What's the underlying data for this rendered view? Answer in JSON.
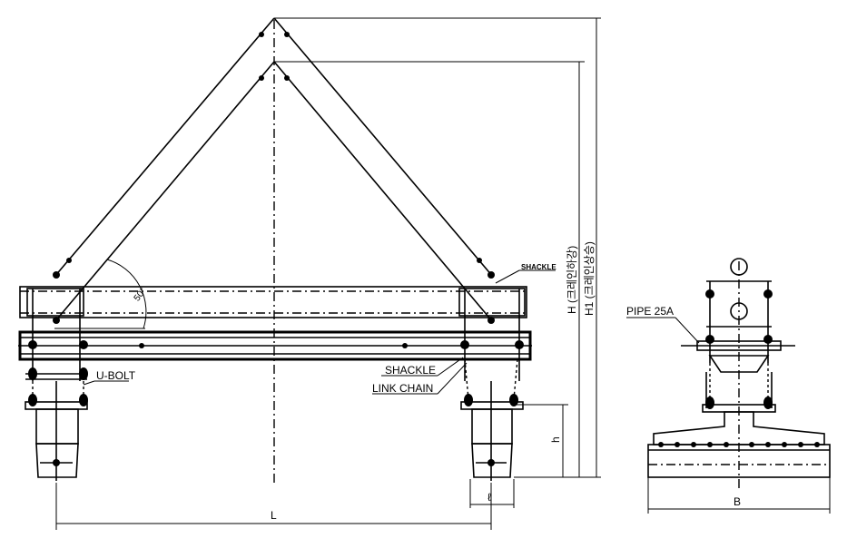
{
  "labels": {
    "angle": "50°",
    "shackle_top": "SHACKLE",
    "u_bolt": "U-BOLT",
    "shackle_mid": "SHACKLE",
    "link_chain": "LINK CHAIN",
    "dim_h": "h",
    "dim_l_small": "ℓ",
    "dim_L": "L",
    "dim_H": "H (크레인하강)",
    "dim_H1": "H1 (크레인상승)",
    "pipe": "PIPE 25A",
    "dim_B": "B"
  }
}
